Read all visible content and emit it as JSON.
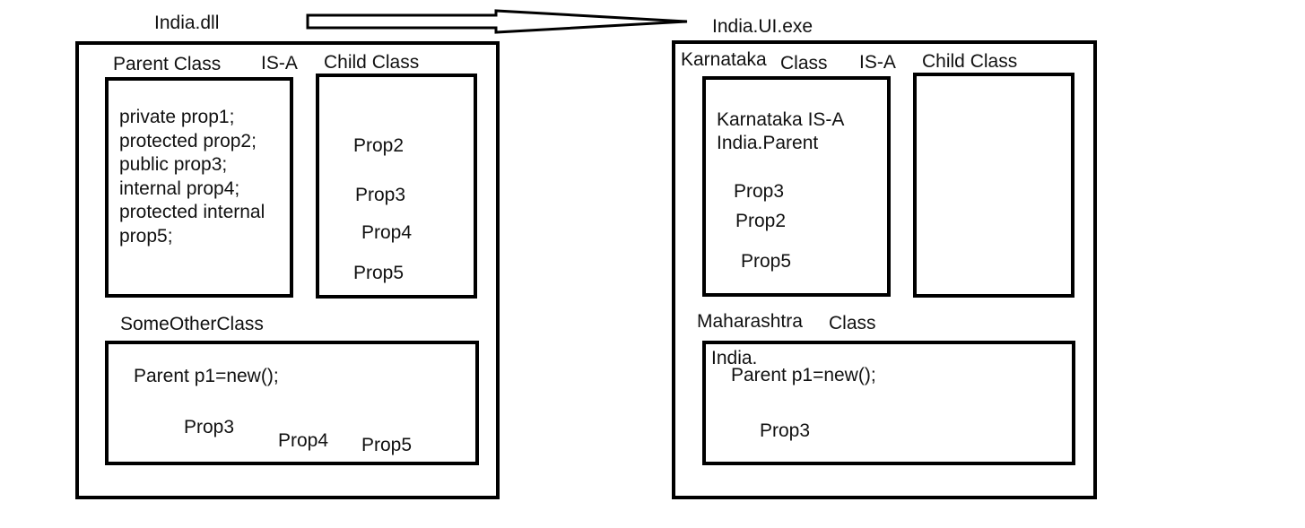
{
  "left_assembly": {
    "title": "India.dll",
    "parent": {
      "label": "Parent Class",
      "members": "private prop1;\nprotected prop2;\npublic prop3;\ninternal prop4;\nprotected internal\nprop5;"
    },
    "relation": "IS-A",
    "child": {
      "label": "Child Class",
      "props": [
        "Prop2",
        "Prop3",
        "Prop4",
        "Prop5"
      ]
    },
    "other": {
      "label": "SomeOtherClass",
      "code": "Parent p1=new();",
      "props": [
        "Prop3",
        "Prop4",
        "Prop5"
      ]
    }
  },
  "right_assembly": {
    "title": "India.UI.exe",
    "karnataka": {
      "label_name": "Karnataka",
      "label_class": "Class",
      "note": "Karnataka IS-A\nIndia.Parent",
      "props": [
        "Prop3",
        "Prop2",
        "Prop5"
      ]
    },
    "relation": "IS-A",
    "child": {
      "label": "Child Class"
    },
    "maharashtra": {
      "label_name": "Maharashtra",
      "label_class": "Class",
      "namespace": "India.",
      "code": "Parent p1=new();",
      "props": [
        "Prop3"
      ]
    }
  }
}
